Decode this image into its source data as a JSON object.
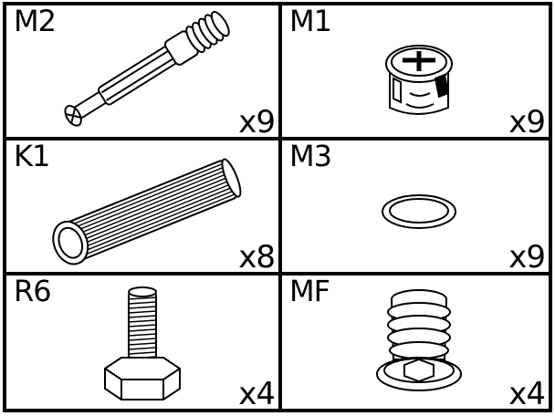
{
  "parts": [
    {
      "code": "M2",
      "qty": "x9",
      "icon": "cam-bolt-icon"
    },
    {
      "code": "M1",
      "qty": "x9",
      "icon": "cam-lock-icon"
    },
    {
      "code": "K1",
      "qty": "x8",
      "icon": "wood-dowel-icon"
    },
    {
      "code": "M3",
      "qty": "x9",
      "icon": "washer-icon"
    },
    {
      "code": "R6",
      "qty": "x4",
      "icon": "hex-bolt-icon"
    },
    {
      "code": "MF",
      "qty": "x4",
      "icon": "threaded-insert-icon"
    }
  ]
}
